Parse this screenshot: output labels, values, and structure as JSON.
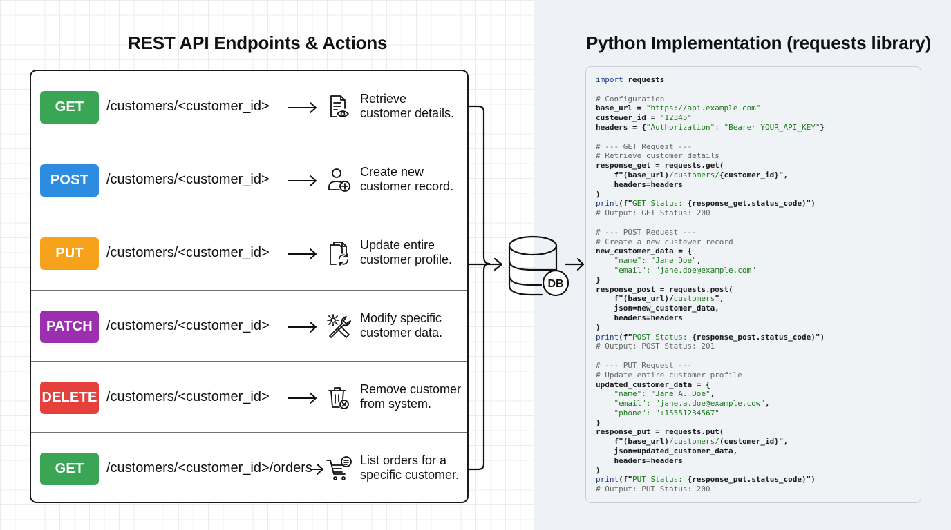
{
  "left_title": "REST API Endpoints & Actions",
  "right_title": "Python Implementation (requests library)",
  "colors": {
    "get": "#3aa655",
    "post": "#2c8de0",
    "put": "#f7a21b",
    "patch": "#9b2fae",
    "delete": "#e5403b",
    "code_string": "#1a7a1a",
    "code_comment": "#666666",
    "code_keyword": "#1e3a8a"
  },
  "endpoints": [
    {
      "method": "GET",
      "color_key": "get",
      "path": "/customers/<customer_id>",
      "icon": "document-eye-icon",
      "desc_line1": "Retrieve",
      "desc_line2": "customer details."
    },
    {
      "method": "POST",
      "color_key": "post",
      "path": "/customers/<customer_id>",
      "icon": "user-add-icon",
      "desc_line1": "Create new",
      "desc_line2": "customer record."
    },
    {
      "method": "PUT",
      "color_key": "put",
      "path": "/customers/<customer_id>",
      "icon": "document-refresh-icon",
      "desc_line1": "Update entire",
      "desc_line2": "customer profile."
    },
    {
      "method": "PATCH",
      "color_key": "patch",
      "path": "/customers/<customer_id>",
      "icon": "gear-wrench-icon",
      "desc_line1": "Modify specific",
      "desc_line2": "customer data."
    },
    {
      "method": "DELETE",
      "color_key": "delete",
      "path": "/customers/<customer_id>",
      "icon": "trash-x-icon",
      "desc_line1": "Remove customer",
      "desc_line2": "from system."
    },
    {
      "method": "GET",
      "color_key": "get",
      "path": "/customers/<customer_id>/orders",
      "icon": "cart-list-icon",
      "desc_line1": "List orders for a",
      "desc_line2": "specific customer."
    }
  ],
  "db_label": "DB",
  "code_lines": [
    [
      {
        "t": "import",
        "c": "kw"
      },
      {
        "t": " requests",
        "c": "bd"
      }
    ],
    [],
    [
      {
        "t": "# Configuration",
        "c": "cm"
      }
    ],
    [
      {
        "t": "base_url = ",
        "c": "bd"
      },
      {
        "t": "\"https://api.example.com\"",
        "c": "st"
      }
    ],
    [
      {
        "t": "custewer_id = ",
        "c": "bd"
      },
      {
        "t": "\"12345\"",
        "c": "st"
      }
    ],
    [
      {
        "t": "headers = {",
        "c": "bd"
      },
      {
        "t": "\"Authorization\": \"Bearer YOUR_API_KEY\"",
        "c": "st"
      },
      {
        "t": "}",
        "c": "bd"
      }
    ],
    [],
    [
      {
        "t": "# --- GET Request ---",
        "c": "cm"
      }
    ],
    [
      {
        "t": "# Retrieve customer details",
        "c": "cm"
      }
    ],
    [
      {
        "t": "response_get = requests.get(",
        "c": "bd"
      }
    ],
    [
      {
        "t": "    f\"(base_url)",
        "c": "bd"
      },
      {
        "t": "/customers/",
        "c": "st"
      },
      {
        "t": "{customer_id}\",",
        "c": "bd"
      }
    ],
    [
      {
        "t": "    headers=headers",
        "c": "bd"
      }
    ],
    [
      {
        "t": ")",
        "c": "bd"
      }
    ],
    [
      {
        "t": "print",
        "c": "kw"
      },
      {
        "t": "(f\"",
        "c": "bd"
      },
      {
        "t": "GET Status: ",
        "c": "st"
      },
      {
        "t": "{response_get.status_code)\")",
        "c": "bd"
      }
    ],
    [
      {
        "t": "# Output: GET Status: 200",
        "c": "cm"
      }
    ],
    [],
    [
      {
        "t": "# --- POST Request ---",
        "c": "cm"
      }
    ],
    [
      {
        "t": "# Create a new custewer record",
        "c": "cm"
      }
    ],
    [
      {
        "t": "new_customer_data = {",
        "c": "bd"
      }
    ],
    [
      {
        "t": "    \"name\": \"Jane Doe\"",
        "c": "st"
      },
      {
        "t": ",",
        "c": "bd"
      }
    ],
    [
      {
        "t": "    \"email\": \"jane.doe@example.com\"",
        "c": "st"
      }
    ],
    [
      {
        "t": "}",
        "c": "bd"
      }
    ],
    [
      {
        "t": "response_post = requests.post(",
        "c": "bd"
      }
    ],
    [
      {
        "t": "    f\"(base_url)/",
        "c": "bd"
      },
      {
        "t": "customers",
        "c": "st"
      },
      {
        "t": "\",",
        "c": "bd"
      }
    ],
    [
      {
        "t": "    json=new_customer_data,",
        "c": "bd"
      }
    ],
    [
      {
        "t": "    headers=headers",
        "c": "bd"
      }
    ],
    [
      {
        "t": ")",
        "c": "bd"
      }
    ],
    [
      {
        "t": "print",
        "c": "kw"
      },
      {
        "t": "(f\"",
        "c": "bd"
      },
      {
        "t": "POST Status: ",
        "c": "st"
      },
      {
        "t": "{response_post.status_code)\")",
        "c": "bd"
      }
    ],
    [
      {
        "t": "# Output: POST Status: 201",
        "c": "cm"
      }
    ],
    [],
    [
      {
        "t": "# --- PUT Request ---",
        "c": "cm"
      }
    ],
    [
      {
        "t": "# Update entire customer profile",
        "c": "cm"
      }
    ],
    [
      {
        "t": "updated_customer_data = {",
        "c": "bd"
      }
    ],
    [
      {
        "t": "    \"name\": \"Jane A. Doe\"",
        "c": "st"
      },
      {
        "t": ",",
        "c": "bd"
      }
    ],
    [
      {
        "t": "    \"email\": \"jane.a.doe@example.cow\"",
        "c": "st"
      },
      {
        "t": ",",
        "c": "bd"
      }
    ],
    [
      {
        "t": "    \"phone\": \"+15551234567\"",
        "c": "st"
      }
    ],
    [
      {
        "t": "}",
        "c": "bd"
      }
    ],
    [
      {
        "t": "response_put = requests.put(",
        "c": "bd"
      }
    ],
    [
      {
        "t": "    f\"(base_url)",
        "c": "bd"
      },
      {
        "t": "/customers/",
        "c": "st"
      },
      {
        "t": "(customer_id}\",",
        "c": "bd"
      }
    ],
    [
      {
        "t": "    json=updated_customer_data,",
        "c": "bd"
      }
    ],
    [
      {
        "t": "    headers=headers",
        "c": "bd"
      }
    ],
    [
      {
        "t": ")",
        "c": "bd"
      }
    ],
    [
      {
        "t": "print",
        "c": "kw"
      },
      {
        "t": "(f\"",
        "c": "bd"
      },
      {
        "t": "PUT Status: ",
        "c": "st"
      },
      {
        "t": "{response_put.status_code)\")",
        "c": "bd"
      }
    ],
    [
      {
        "t": "# Output: PUT Status: 200",
        "c": "cm"
      }
    ]
  ]
}
